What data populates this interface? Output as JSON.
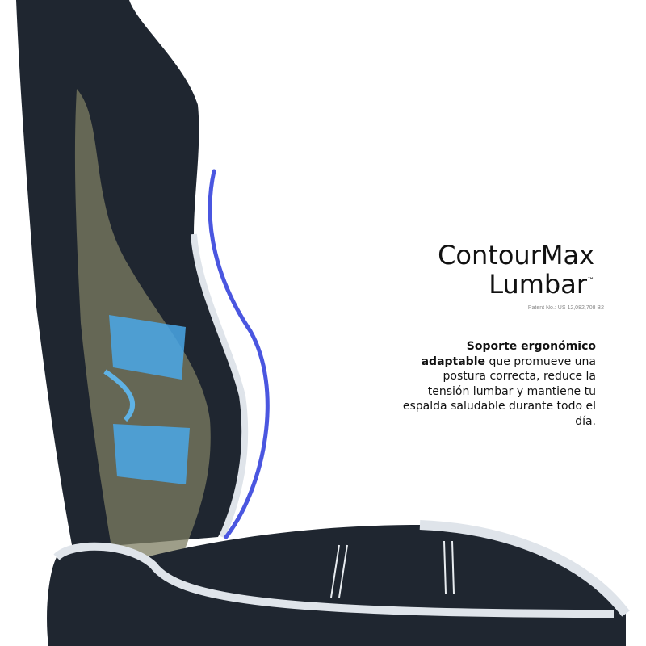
{
  "product": {
    "title_line1": "ContourMax",
    "title_line2": "Lumbar",
    "trademark": "™",
    "patent": "Patent No.: US 12,082,708 B2",
    "description_bold": "Soporte ergonómico adaptable",
    "description_rest": " que promueve una postura correcta, reduce la tensión lumbar y mantiene tu espalda saludable durante todo el día."
  },
  "colors": {
    "chair": "#1f2630",
    "accent_curve": "#4a56e0",
    "lumbar_mesh": "#4aa8e8",
    "foam": "#8a8a6a"
  }
}
